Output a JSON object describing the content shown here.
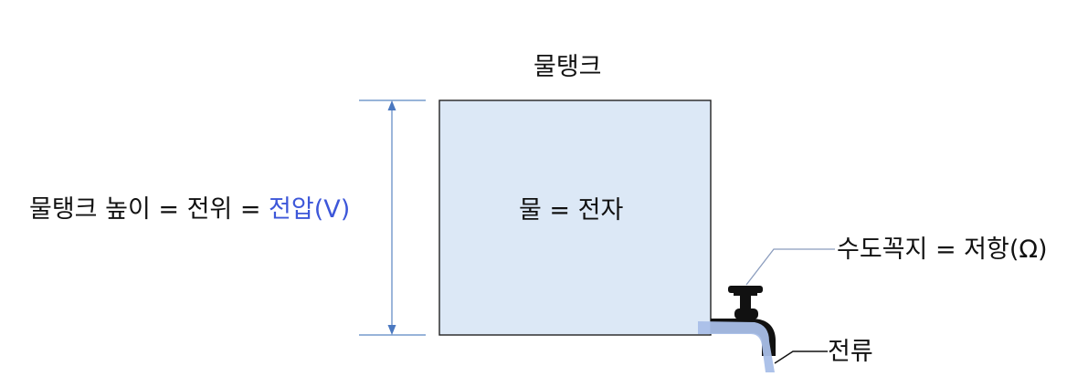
{
  "diagram": {
    "title": "물탱크",
    "height_label": {
      "prefix": "물탱크 높이 = 전위 = ",
      "accent": "전압(V)"
    },
    "water_label": "물 = 전자",
    "faucet_label": "수도꼭지 = 저항(Ω)",
    "current_label": "전류"
  },
  "colors": {
    "tank_fill": "#dce8f6",
    "tank_stroke": "#222222",
    "dimension_line": "#5b86c2",
    "accent_text": "#3d57d9",
    "water_stream": "#a9bfe8",
    "faucet": "#111111"
  }
}
